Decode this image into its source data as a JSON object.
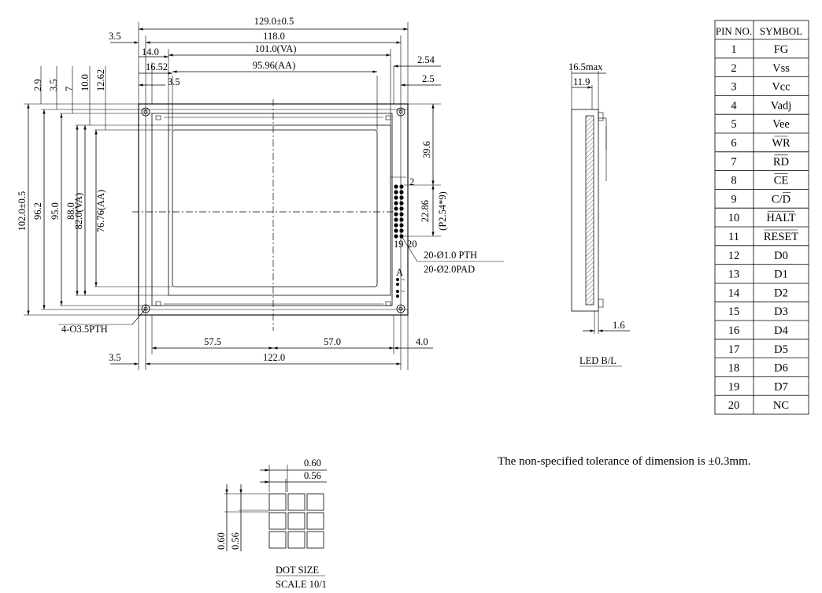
{
  "front_view": {
    "overall_width": "129.0±0.5",
    "pcb_width": "118.0",
    "viewing_area_width": "101.0(VA)",
    "active_area_width": "95.96(AA)",
    "left_edge_offset": "3.5",
    "va_left_offset": "14.0",
    "aa_left_offset": "16.52",
    "hole_offset": "3.5",
    "right_offset_a": "2.54",
    "right_offset_b": "2.5",
    "height_2_9": "2.9",
    "height_3_5": "3.5",
    "height_7": "7",
    "height_10": "10.0",
    "height_12_62": "12.62",
    "overall_height": "102.0±0.5",
    "height_96_2": "96.2",
    "height_95": "95.0",
    "height_88": "88.0",
    "va_height": "82.0(VA)",
    "aa_height": "76.76(AA)",
    "connector_offset": "39.6",
    "connector_length": "22.86",
    "connector_pitch": "(P2.54*9)",
    "pin2": "2",
    "pin19": "19",
    "pin20": "20",
    "anode_label": "A",
    "pth_holes": "20-Ø1.0 PTH",
    "pad_holes": "20-Ø2.0PAD",
    "mount_holes": "4-O3.5PTH",
    "bottom_left": "57.5",
    "bottom_right": "57.0",
    "bottom_right_edge": "4.0",
    "bottom_left_edge": "3.5",
    "mount_pitch": "122.0"
  },
  "side_view": {
    "thickness_max": "16.5max",
    "thickness_body": "11.9",
    "pcb_thickness": "1.6",
    "caption": "LED B/L"
  },
  "pin_table": {
    "headers": [
      "PIN NO.",
      "SYMBOL"
    ],
    "rows": [
      {
        "pin": "1",
        "symbol": "FG",
        "overline": false
      },
      {
        "pin": "2",
        "symbol": "Vss",
        "overline": false
      },
      {
        "pin": "3",
        "symbol": "Vcc",
        "overline": false
      },
      {
        "pin": "4",
        "symbol": "Vadj",
        "overline": false
      },
      {
        "pin": "5",
        "symbol": "Vee",
        "overline": false
      },
      {
        "pin": "6",
        "symbol": "WR",
        "overline": true
      },
      {
        "pin": "7",
        "symbol": "RD",
        "overline": true
      },
      {
        "pin": "8",
        "symbol": "CE",
        "overline": true
      },
      {
        "pin": "9",
        "symbol": "C/D",
        "overline": "partial"
      },
      {
        "pin": "10",
        "symbol": "HALT",
        "overline": true
      },
      {
        "pin": "11",
        "symbol": "RESET",
        "overline": true
      },
      {
        "pin": "12",
        "symbol": "D0",
        "overline": false
      },
      {
        "pin": "13",
        "symbol": "D1",
        "overline": false
      },
      {
        "pin": "14",
        "symbol": "D2",
        "overline": false
      },
      {
        "pin": "15",
        "symbol": "D3",
        "overline": false
      },
      {
        "pin": "16",
        "symbol": "D4",
        "overline": false
      },
      {
        "pin": "17",
        "symbol": "D5",
        "overline": false
      },
      {
        "pin": "18",
        "symbol": "D6",
        "overline": false
      },
      {
        "pin": "19",
        "symbol": "D7",
        "overline": false
      },
      {
        "pin": "20",
        "symbol": "NC",
        "overline": false
      }
    ]
  },
  "note": "The non-specified tolerance of dimension is ±0.3mm.",
  "dot_detail": {
    "pitch_w": "0.60",
    "dot_w": "0.56",
    "pitch_h": "0.60",
    "dot_h": "0.56",
    "caption": "DOT SIZE",
    "scale": "SCALE 10/1"
  }
}
